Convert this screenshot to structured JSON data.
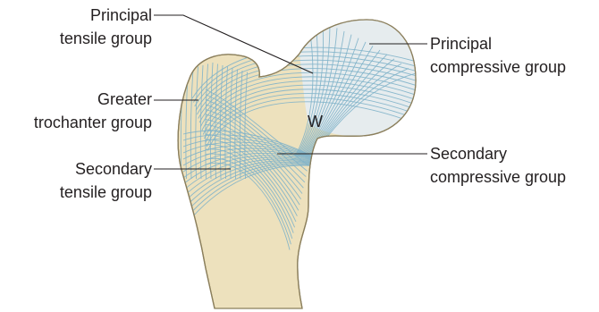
{
  "labels": {
    "principal_tensile": [
      "Principal",
      "tensile group"
    ],
    "principal_compressive": [
      "Principal",
      "compressive group"
    ],
    "greater_trochanter": [
      "Greater",
      "trochanter group"
    ],
    "secondary_tensile": [
      "Secondary",
      "tensile group"
    ],
    "secondary_compressive": [
      "Secondary",
      "compressive group"
    ],
    "ward_triangle": "W"
  },
  "colors": {
    "bone_fill": "#ede1bd",
    "bone_outline": "#8b7f5c",
    "head_fill": "#e6ecee",
    "trabeculae": "#7fb3c9",
    "text": "#231f20"
  }
}
